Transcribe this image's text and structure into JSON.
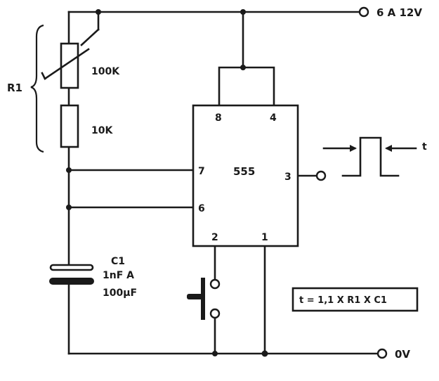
{
  "supply": {
    "positive_label": "6 A 12V",
    "ground_label": "0V"
  },
  "resistors": {
    "group_label": "R1",
    "pot_value": "100K",
    "fixed_value": "10K"
  },
  "capacitor": {
    "name": "C1",
    "value_line1": "1nF A",
    "value_line2": "100µF"
  },
  "ic": {
    "name": "555",
    "pins": {
      "p8": "8",
      "p4": "4",
      "p7": "7",
      "p6": "6",
      "p3": "3",
      "p2": "2",
      "p1": "1"
    }
  },
  "output": {
    "pulse_label": "t"
  },
  "formula": "t = 1,1 X R1 X C1",
  "colors": {
    "ink": "#1a1a1a",
    "paper": "#ffffff"
  }
}
